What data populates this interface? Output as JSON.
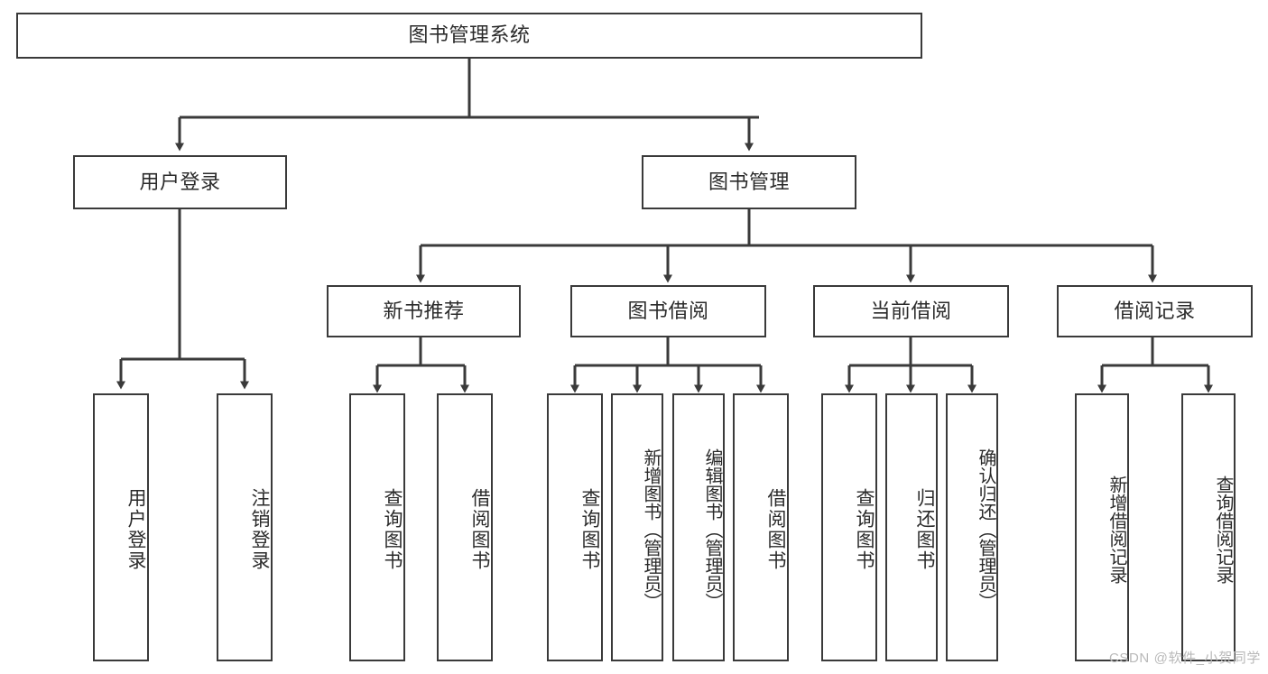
{
  "diagram": {
    "title": "图书管理系统",
    "type": "tree",
    "watermark": "CSDN @软件_小贺同学"
  },
  "nodes": {
    "root": {
      "label": "图书管理系统"
    },
    "level2": [
      {
        "label": "用户登录"
      },
      {
        "label": "图书管理"
      }
    ],
    "level3": [
      {
        "label": "新书推荐"
      },
      {
        "label": "图书借阅"
      },
      {
        "label": "当前借阅"
      },
      {
        "label": "借阅记录"
      }
    ],
    "leaves": {
      "user_login": [
        {
          "label": "用户登录"
        },
        {
          "label": "注销登录"
        }
      ],
      "new_book": [
        {
          "label": "查询图书"
        },
        {
          "label": "借阅图书"
        }
      ],
      "borrow_book": [
        {
          "label": "查询图书"
        },
        {
          "label": "新增图书（管理员）"
        },
        {
          "label": "编辑图书（管理员）"
        },
        {
          "label": "借阅图书"
        }
      ],
      "current_borrow": [
        {
          "label": "查询图书"
        },
        {
          "label": "归还图书"
        },
        {
          "label": "确认归还（管理员）"
        }
      ],
      "borrow_record": [
        {
          "label": "新增借阅记录"
        },
        {
          "label": "查询借阅记录"
        }
      ]
    }
  },
  "colors": {
    "stroke": "#3a3a3a",
    "fill": "#ffffff",
    "text": "#2b2b2b",
    "watermark": "#b9b9b9"
  }
}
